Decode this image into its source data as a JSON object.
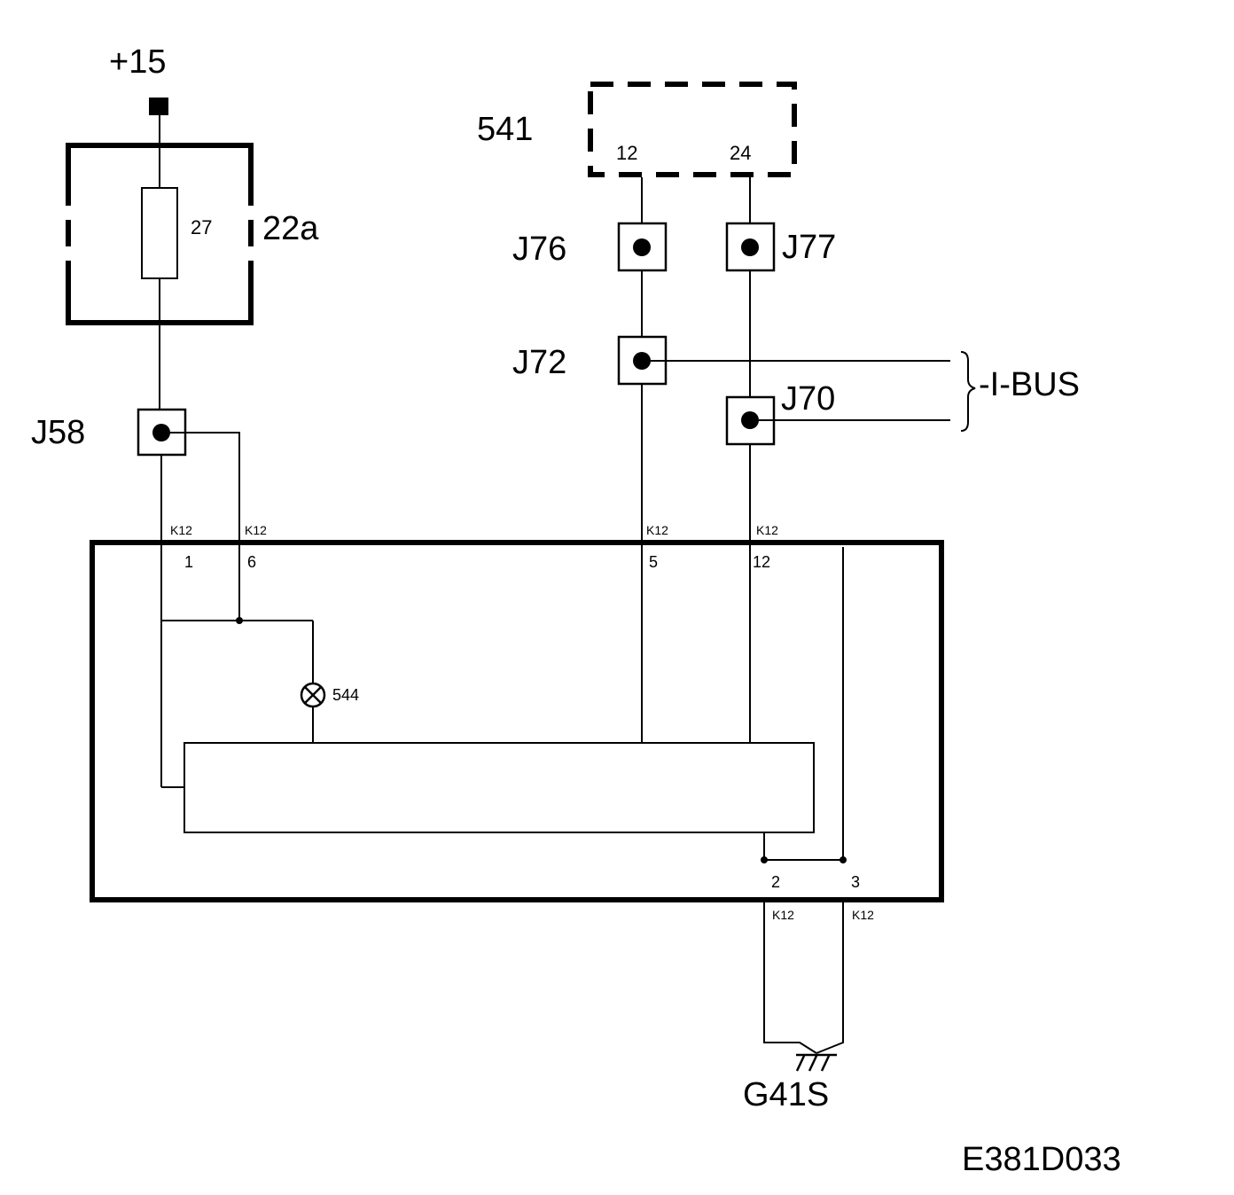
{
  "labels": {
    "supply": "+15",
    "fuse_number": "27",
    "fuse_box": "22a",
    "module": "541",
    "module_pin_left": "12",
    "module_pin_right": "24",
    "connectors": {
      "j58": "J58",
      "j76": "J76",
      "j77": "J77",
      "j72": "J72",
      "j70": "J70"
    },
    "bus": "-I-BUS",
    "connector_code": "K12",
    "pins": {
      "p1": "1",
      "p6": "6",
      "p5": "5",
      "p12": "12",
      "p2": "2",
      "p3": "3"
    },
    "lamp": "544",
    "ground": "G41S",
    "diagram_id": "E381D033"
  }
}
